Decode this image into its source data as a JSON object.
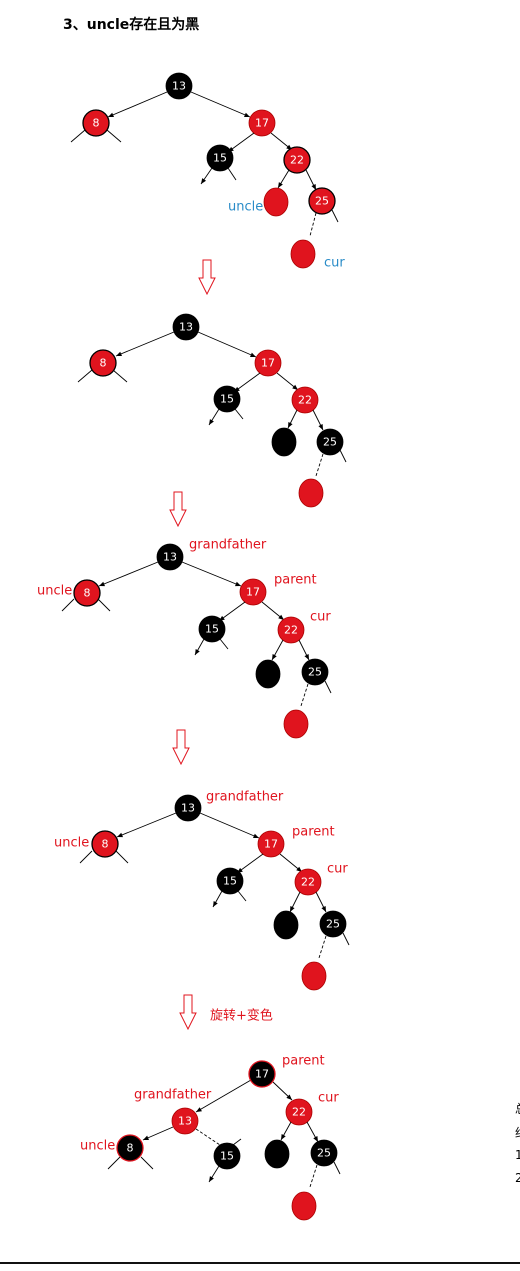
{
  "title": "3、uncle存在且为黑",
  "right_edge_fragments": [
    "总",
    "约",
    "1",
    "2"
  ],
  "colors": {
    "red": "#e0141e",
    "black": "#000000",
    "label_red": "#e0141e",
    "label_blue": "#2a8cc8"
  },
  "step_arrow_caption": "旋转+变色",
  "node_labels": {
    "n13": "13",
    "n8": "8",
    "n17": "17",
    "n15": "15",
    "n22": "22",
    "n25": "25"
  },
  "role_labels": {
    "uncle": "uncle",
    "cur": "cur",
    "grandfather": "grandfather",
    "parent": "parent"
  }
}
